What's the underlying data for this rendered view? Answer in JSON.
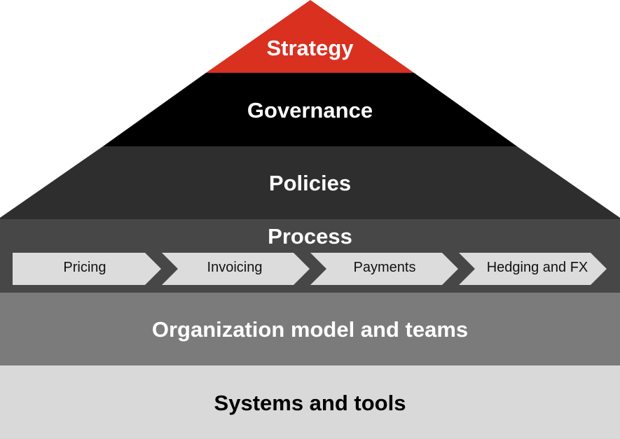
{
  "pyramid": {
    "strategy": "Strategy",
    "governance": "Governance",
    "policies": "Policies",
    "process": "Process",
    "process_steps": [
      "Pricing",
      "Invoicing",
      "Payments",
      "Hedging and FX"
    ],
    "organization": "Organization model and teams",
    "systems": "Systems and tools"
  },
  "colors": {
    "strategy": "#d93020",
    "governance": "#000000",
    "policies": "#2e2e2e",
    "process": "#474747",
    "chevron": "#dcdcdc",
    "organization": "#7b7b7b",
    "systems": "#d9d9d9"
  }
}
